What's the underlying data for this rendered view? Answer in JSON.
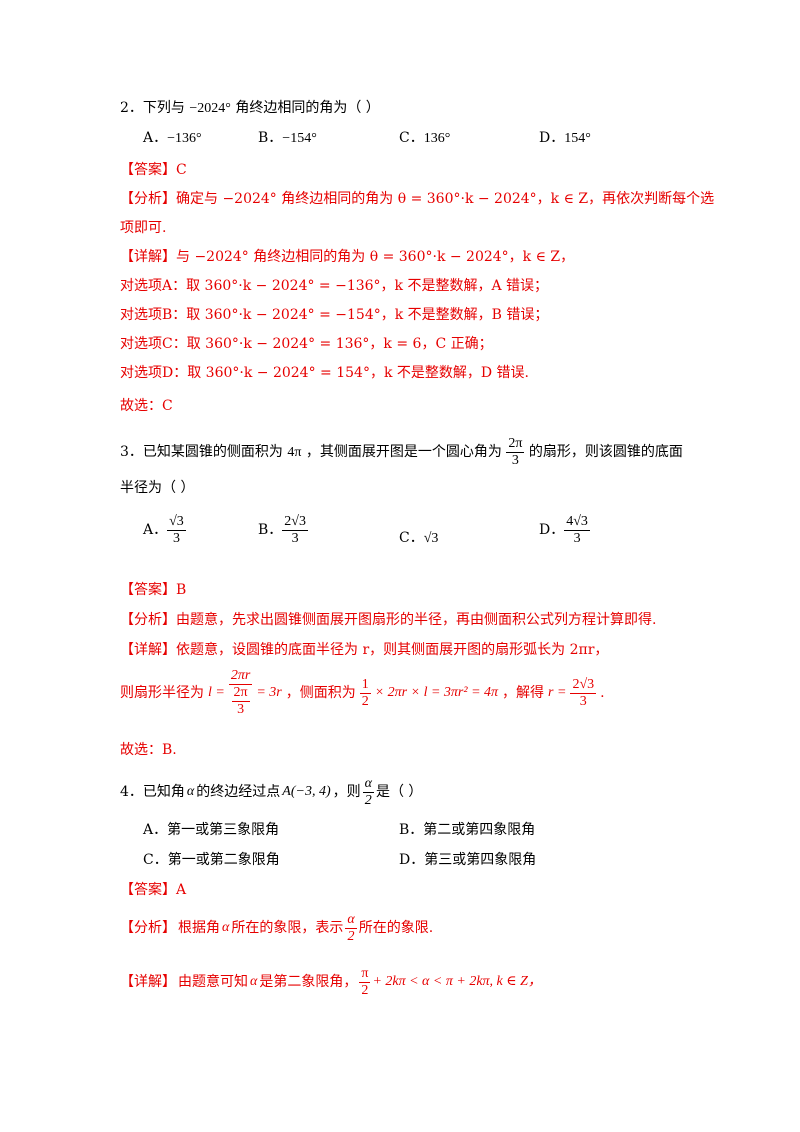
{
  "q2": {
    "stem_prefix": "2．下列与",
    "stem_angle": "−2024°",
    "stem_suffix": "角终边相同的角为（    ）",
    "options": [
      {
        "label": "A．",
        "value": "−136°"
      },
      {
        "label": "B．",
        "value": "−154°"
      },
      {
        "label": "C．",
        "value": "136°"
      },
      {
        "label": "D．",
        "value": "154°"
      }
    ],
    "answer_tag": "【答案】",
    "answer": "C",
    "analysis_tag": "【分析】",
    "analysis_line1": "确定与 −2024° 角终边相同的角为 θ = 360°·k − 2024°，k ∈ Z，再依次判断每个选",
    "analysis_line2": "项即可.",
    "detail_tag": "【详解】",
    "detail_line1": "与 −2024° 角终边相同的角为 θ = 360°·k − 2024°，k ∈ Z，",
    "detail_a": "对选项A：取 360°·k − 2024° = −136°，k 不是整数解，A 错误；",
    "detail_b": "对选项B：取 360°·k − 2024° = −154°，k 不是整数解，B 错误；",
    "detail_c": "对选项C：取 360°·k − 2024° = 136°，k = 6，C 正确；",
    "detail_d": "对选项D：取 360°·k − 2024° = 154°，k 不是整数解，D 错误.",
    "conclusion": "故选：C"
  },
  "q3": {
    "stem_prefix": "3．已知某圆锥的侧面积为",
    "stem_area": "4π",
    "stem_mid": "，其侧面展开图是一个圆心角为",
    "stem_angle_num": "2π",
    "stem_angle_den": "3",
    "stem_suffix": "的扇形，则该圆锥的底面",
    "stem_line2": "半径为（    ）",
    "options": [
      {
        "label": "A．",
        "num": "√3",
        "den": "3"
      },
      {
        "label": "B．",
        "num": "2√3",
        "den": "3"
      },
      {
        "label": "C．",
        "value": "√3"
      },
      {
        "label": "D．",
        "num": "4√3",
        "den": "3"
      }
    ],
    "answer_tag": "【答案】",
    "answer": "B",
    "analysis_tag": "【分析】",
    "analysis": "由题意，先求出圆锥侧面展开图扇形的半径，再由侧面积公式列方程计算即得.",
    "detail_tag": "【详解】",
    "detail_line1": "依题意，设圆锥的底面半径为 r，则其侧面展开图的扇形弧长为 2πr，",
    "detail_line2_a": "则扇形半径为",
    "detail_l_lhs": "l =",
    "detail_l_num_top": "2πr",
    "detail_l_den_num": "2π",
    "detail_l_den_den": "3",
    "detail_l_rhs": "= 3r",
    "detail_line2_b": "，侧面积为",
    "detail_area_num": "1",
    "detail_area_den": "2",
    "detail_area_rest": "× 2πr × l = 3πr² = 4π",
    "detail_line2_c": "，解得",
    "detail_r_lhs": "r =",
    "detail_r_num": "2√3",
    "detail_r_den": "3",
    "detail_end": ".",
    "conclusion": "故选：B."
  },
  "q4": {
    "stem_prefix": "4．已知角",
    "stem_alpha": "α",
    "stem_mid": "的终边经过点",
    "stem_point": "A(−3, 4)",
    "stem_then": "，则",
    "stem_frac_num": "α",
    "stem_frac_den": "2",
    "stem_suffix": "是（    ）",
    "options": [
      {
        "label": "A．",
        "value": "第一或第三象限角"
      },
      {
        "label": "B．",
        "value": "第二或第四象限角"
      },
      {
        "label": "C．",
        "value": "第一或第二象限角"
      },
      {
        "label": "D．",
        "value": "第三或第四象限角"
      }
    ],
    "answer_tag": "【答案】",
    "answer": "A",
    "analysis_tag": "【分析】",
    "analysis_a": "根据角",
    "analysis_alpha": "α",
    "analysis_b": "所在的象限，表示",
    "analysis_frac_num": "α",
    "analysis_frac_den": "2",
    "analysis_c": "所在的象限.",
    "detail_tag": "【详解】",
    "detail_a": "由题意可知",
    "detail_alpha": "α",
    "detail_b": "是第二象限角，",
    "detail_frac_num": "π",
    "detail_frac_den": "2",
    "detail_rest": "+ 2kπ < α < π + 2kπ, k ∈ Z，"
  }
}
